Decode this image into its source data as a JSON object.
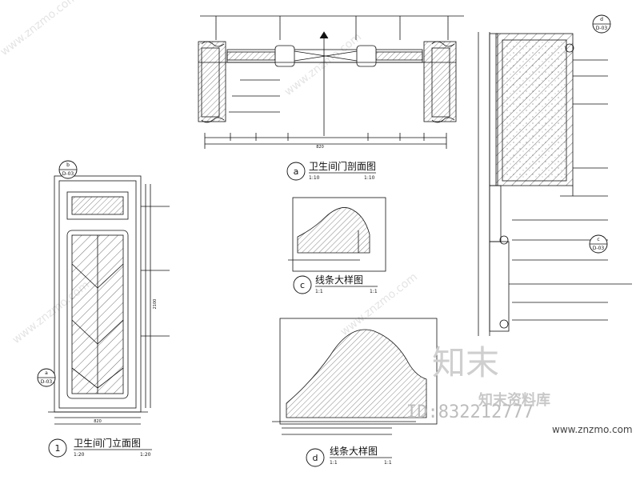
{
  "views": {
    "a": {
      "id": "a",
      "title": "卫生间门剖面图",
      "scale_left": "1:10",
      "scale_right": "1:10"
    },
    "c": {
      "id": "c",
      "title": "线条大样图",
      "scale_left": "1:1",
      "scale_right": "1:1"
    },
    "d": {
      "id": "d",
      "title": "线条大样图",
      "scale_left": "1:1",
      "scale_right": "1:1"
    },
    "one": {
      "id": "1",
      "title": "卫生间门立面图",
      "scale_left": "1:20",
      "scale_right": "1:20"
    }
  },
  "callouts": {
    "b": {
      "letter": "b",
      "sheet": "D-03"
    },
    "a": {
      "letter": "a",
      "sheet": "D-03"
    },
    "c": {
      "letter": "c",
      "sheet": "D-03"
    },
    "d": {
      "letter": "d",
      "sheet": "D-03"
    }
  },
  "dims": {
    "section_total": "820",
    "elev_width": "820",
    "elev_height": "2100"
  },
  "watermark": {
    "logo_text": "知末",
    "brand": "知末资料库",
    "id_label": "ID:832212777",
    "url": "www.znzmo.com",
    "faint": "www.znzmo.com"
  },
  "colors": {
    "line": "#111111",
    "hatch": "#444444",
    "watermark": "#cfcfcf"
  }
}
